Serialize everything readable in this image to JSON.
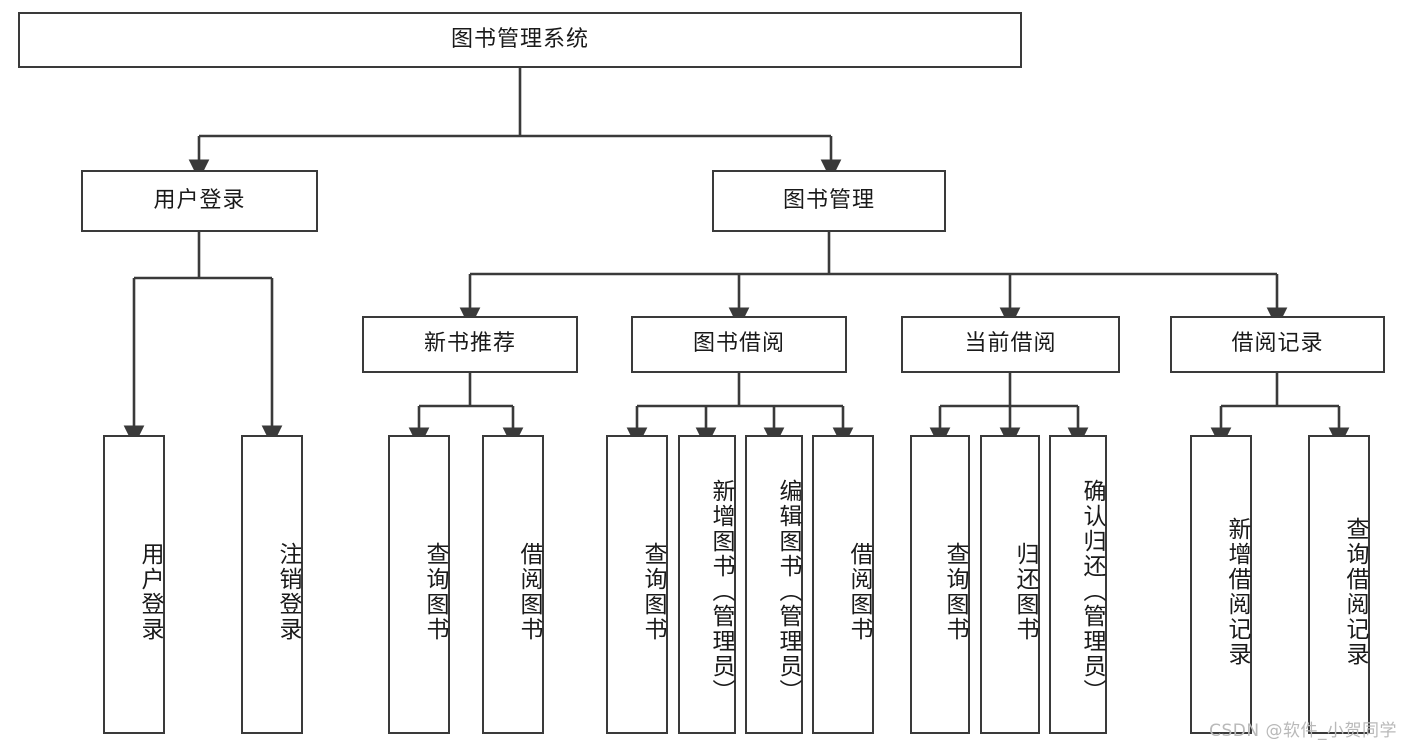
{
  "diagram": {
    "type": "tree",
    "title": "图书管理系统",
    "orientation": "top-down",
    "line_color": "#3a3a3a",
    "box_fill": "#ffffff",
    "text_color": "#1a1a1a"
  },
  "nodes": {
    "root": {
      "label": "图书管理系统",
      "level": 1
    },
    "level2": [
      {
        "id": "user_login",
        "label": "用户登录"
      },
      {
        "id": "book_manage",
        "label": "图书管理"
      }
    ],
    "level3": [
      {
        "id": "new_book_rec",
        "label": "新书推荐"
      },
      {
        "id": "book_borrow",
        "label": "图书借阅"
      },
      {
        "id": "current_borrow",
        "label": "当前借阅"
      },
      {
        "id": "borrow_record",
        "label": "借阅记录"
      }
    ],
    "leaves": {
      "user_login": [
        {
          "id": "leaf_user_login",
          "label": "用户登录"
        },
        {
          "id": "leaf_logout",
          "label": "注销登录"
        }
      ],
      "new_book_rec": [
        {
          "id": "leaf_query_book_1",
          "label": "查询图书"
        },
        {
          "id": "leaf_borrow_book_1",
          "label": "借阅图书"
        }
      ],
      "book_borrow": [
        {
          "id": "leaf_query_book_2",
          "label": "查询图书"
        },
        {
          "id": "leaf_add_book",
          "label": "新增图书（管理员）"
        },
        {
          "id": "leaf_edit_book",
          "label": "编辑图书（管理员）"
        },
        {
          "id": "leaf_borrow_book_2",
          "label": "借阅图书"
        }
      ],
      "current_borrow": [
        {
          "id": "leaf_query_book_3",
          "label": "查询图书"
        },
        {
          "id": "leaf_return_book",
          "label": "归还图书"
        },
        {
          "id": "leaf_confirm_return",
          "label": "确认归还（管理员）"
        }
      ],
      "borrow_record": [
        {
          "id": "leaf_add_record",
          "label": "新增借阅记录"
        },
        {
          "id": "leaf_query_record",
          "label": "查询借阅记录"
        }
      ]
    }
  },
  "watermark": {
    "text": "CSDN @软件_小贺同学"
  }
}
